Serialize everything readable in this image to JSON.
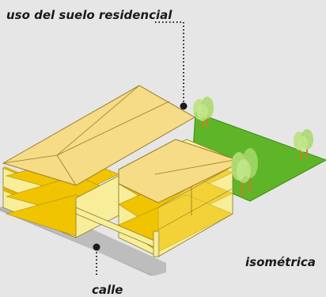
{
  "labels": {
    "top": "uso del suelo residencial",
    "bottom": "calle",
    "view": "isométrica"
  },
  "colors": {
    "background": "#e6e6e6",
    "roof": "#f6dc86",
    "roof_edge": "#9a7a28",
    "floor_slab": "#f0c400",
    "wall_fill": "#f8ee9a",
    "garden": "#5fb528",
    "garden_edge": "#3d8a14",
    "street": "#bdbdbd",
    "tree_foliage": "#b8e07a",
    "tree_trunk": "#c8821e",
    "callout": "#1a1a1a"
  },
  "icons": {
    "trees": "tree-icon",
    "callout_dots": "dot-marker-icon"
  }
}
